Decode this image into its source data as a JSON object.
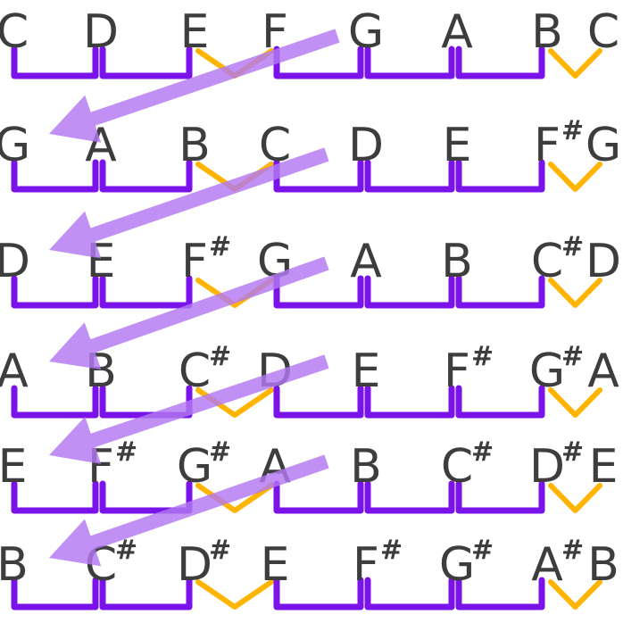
{
  "colors": {
    "whole_step": "#7a12ea",
    "half_step": "#ffb400",
    "arrow": "#b277f2",
    "text": "#3d3d3d"
  },
  "scales": [
    {
      "notes": [
        {
          "letter": "C",
          "sharp": ""
        },
        {
          "letter": "D",
          "sharp": ""
        },
        {
          "letter": "E",
          "sharp": ""
        },
        {
          "letter": "F",
          "sharp": ""
        },
        {
          "letter": "G",
          "sharp": ""
        },
        {
          "letter": "A",
          "sharp": ""
        },
        {
          "letter": "B",
          "sharp": ""
        },
        {
          "letter": "C",
          "sharp": ""
        }
      ]
    },
    {
      "notes": [
        {
          "letter": "G",
          "sharp": ""
        },
        {
          "letter": "A",
          "sharp": ""
        },
        {
          "letter": "B",
          "sharp": ""
        },
        {
          "letter": "C",
          "sharp": ""
        },
        {
          "letter": "D",
          "sharp": ""
        },
        {
          "letter": "E",
          "sharp": ""
        },
        {
          "letter": "F",
          "sharp": "#"
        },
        {
          "letter": "G",
          "sharp": ""
        }
      ]
    },
    {
      "notes": [
        {
          "letter": "D",
          "sharp": ""
        },
        {
          "letter": "E",
          "sharp": ""
        },
        {
          "letter": "F",
          "sharp": "#"
        },
        {
          "letter": "G",
          "sharp": ""
        },
        {
          "letter": "A",
          "sharp": ""
        },
        {
          "letter": "B",
          "sharp": ""
        },
        {
          "letter": "C",
          "sharp": "#"
        },
        {
          "letter": "D",
          "sharp": ""
        }
      ]
    },
    {
      "notes": [
        {
          "letter": "A",
          "sharp": ""
        },
        {
          "letter": "B",
          "sharp": ""
        },
        {
          "letter": "C",
          "sharp": "#"
        },
        {
          "letter": "D",
          "sharp": ""
        },
        {
          "letter": "E",
          "sharp": ""
        },
        {
          "letter": "F",
          "sharp": "#"
        },
        {
          "letter": "G",
          "sharp": "#"
        },
        {
          "letter": "A",
          "sharp": ""
        }
      ]
    },
    {
      "notes": [
        {
          "letter": "E",
          "sharp": ""
        },
        {
          "letter": "F",
          "sharp": "#"
        },
        {
          "letter": "G",
          "sharp": "#"
        },
        {
          "letter": "A",
          "sharp": ""
        },
        {
          "letter": "B",
          "sharp": ""
        },
        {
          "letter": "C",
          "sharp": "#"
        },
        {
          "letter": "D",
          "sharp": "#"
        },
        {
          "letter": "E",
          "sharp": ""
        }
      ]
    },
    {
      "notes": [
        {
          "letter": "B",
          "sharp": ""
        },
        {
          "letter": "C",
          "sharp": "#"
        },
        {
          "letter": "D",
          "sharp": "#"
        },
        {
          "letter": "E",
          "sharp": ""
        },
        {
          "letter": "F",
          "sharp": "#"
        },
        {
          "letter": "G",
          "sharp": "#"
        },
        {
          "letter": "A",
          "sharp": "#"
        },
        {
          "letter": "B",
          "sharp": ""
        }
      ]
    }
  ],
  "step_pattern": [
    "whole",
    "whole",
    "half",
    "whole",
    "whole",
    "whole",
    "half"
  ]
}
